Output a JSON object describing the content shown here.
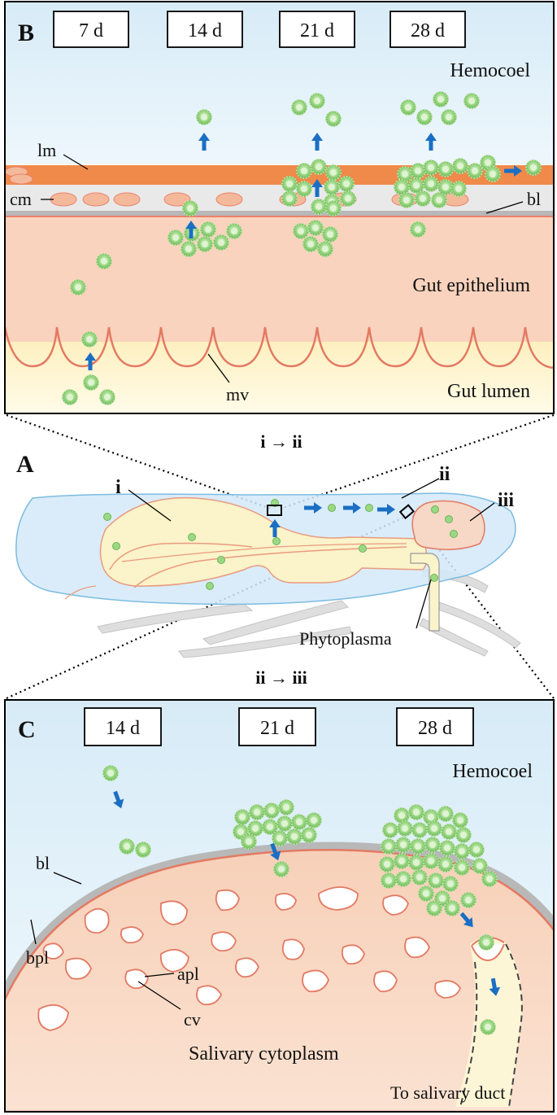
{
  "panel_b": {
    "letter": "B",
    "time_labels": [
      "7 d",
      "14 d",
      "21 d",
      "28 d"
    ],
    "hemocoel": "Hemocoel",
    "gut_epithelium": "Gut epithelium",
    "gut_lumen": "Gut lumen",
    "lm": "lm",
    "cm": "cm",
    "bl": "bl",
    "mv": "mv"
  },
  "panel_a": {
    "letter": "A",
    "transition_1": "i → ii",
    "transition_2": "ii → iii",
    "label_i": "i",
    "label_ii": "ii",
    "label_iii": "iii",
    "phytoplasma": "Phytoplasma"
  },
  "panel_c": {
    "letter": "C",
    "time_labels": [
      "14 d",
      "21 d",
      "28 d"
    ],
    "hemocoel": "Hemocoel",
    "bl": "bl",
    "bpl": "bpl",
    "apl": "apl",
    "cv": "cv",
    "salivary_cytoplasm": "Salivary cytoplasm",
    "to_salivary_duct": "To salivary duct"
  },
  "colors": {
    "hemocoel_top": "#dceef8",
    "epithelium": "#f9d3bd",
    "lumen": "#fdf6d2",
    "longitudinal_muscle": "#f08a4b",
    "circular_muscle": "#f4b99a",
    "basal_lamina": "#b8b8b8",
    "phytoplasma": "#8fd07a",
    "arrow": "#1a6fc4",
    "insect_body": "#cfe6f7",
    "gut": "#fbf3c9"
  }
}
